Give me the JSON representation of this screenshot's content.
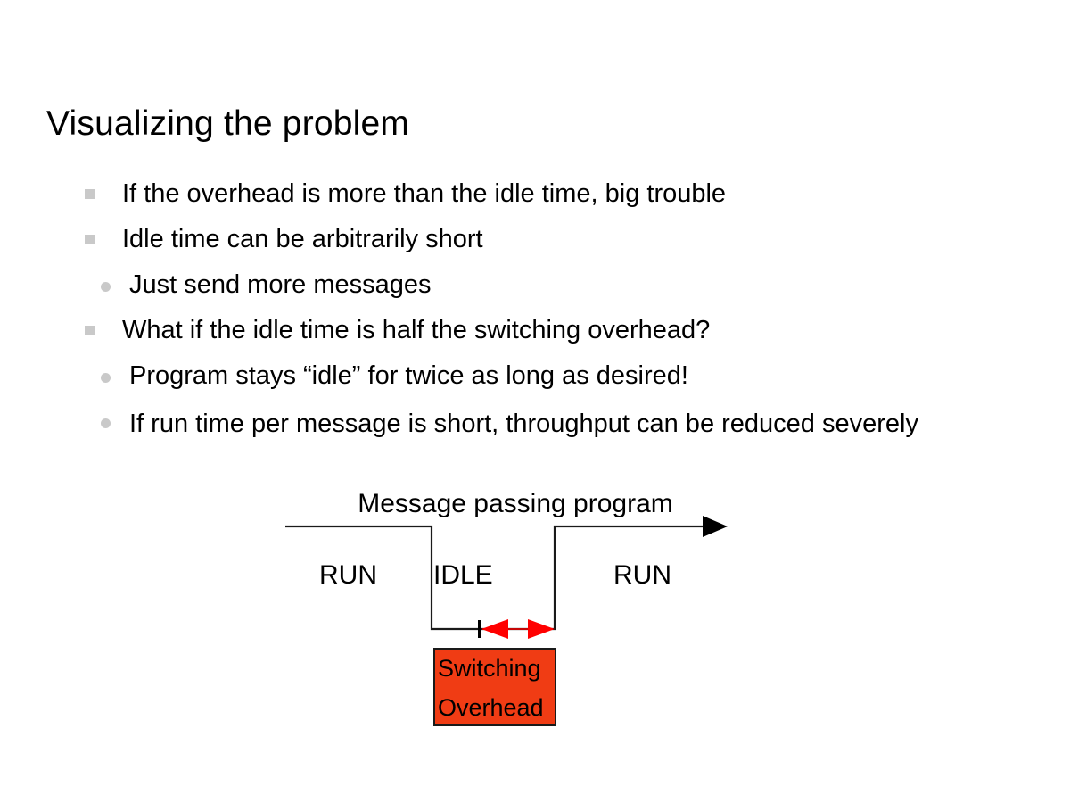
{
  "slide": {
    "title": "Visualizing the problem",
    "background_color": "#ffffff",
    "text_color": "#000000",
    "bullet_marker_color": "#c9c9c9",
    "bullets": [
      {
        "level": 1,
        "marker": "square",
        "text": "If the overhead is more than the idle time, big trouble"
      },
      {
        "level": 1,
        "marker": "square",
        "text": "Idle time can be arbitrarily short"
      },
      {
        "level": 2,
        "marker": "disc",
        "text": "Just send more messages"
      },
      {
        "level": 1,
        "marker": "square",
        "text": "What if the idle time is half the switching overhead?"
      },
      {
        "level": 2,
        "marker": "disc",
        "text": "Program stays “idle” for twice as long as desired!"
      },
      {
        "level": 2,
        "marker": "disc",
        "text": "If run time per message is short, throughput can be reduced severely"
      }
    ],
    "diagram": {
      "title": "Message passing program",
      "timeline_color": "#000000",
      "segments": [
        {
          "name": "run-left",
          "label": "RUN"
        },
        {
          "name": "idle",
          "label": "IDLE"
        },
        {
          "name": "run-right",
          "label": "RUN"
        }
      ],
      "measure_arrow": {
        "color": "#ff0000",
        "tick_color": "#000000"
      },
      "callout_box": {
        "line1": "Switching",
        "line2": "Overhead",
        "fill_color": "#f03c14",
        "border_color": "#1a1a1a",
        "text_color": "#000000"
      }
    }
  }
}
